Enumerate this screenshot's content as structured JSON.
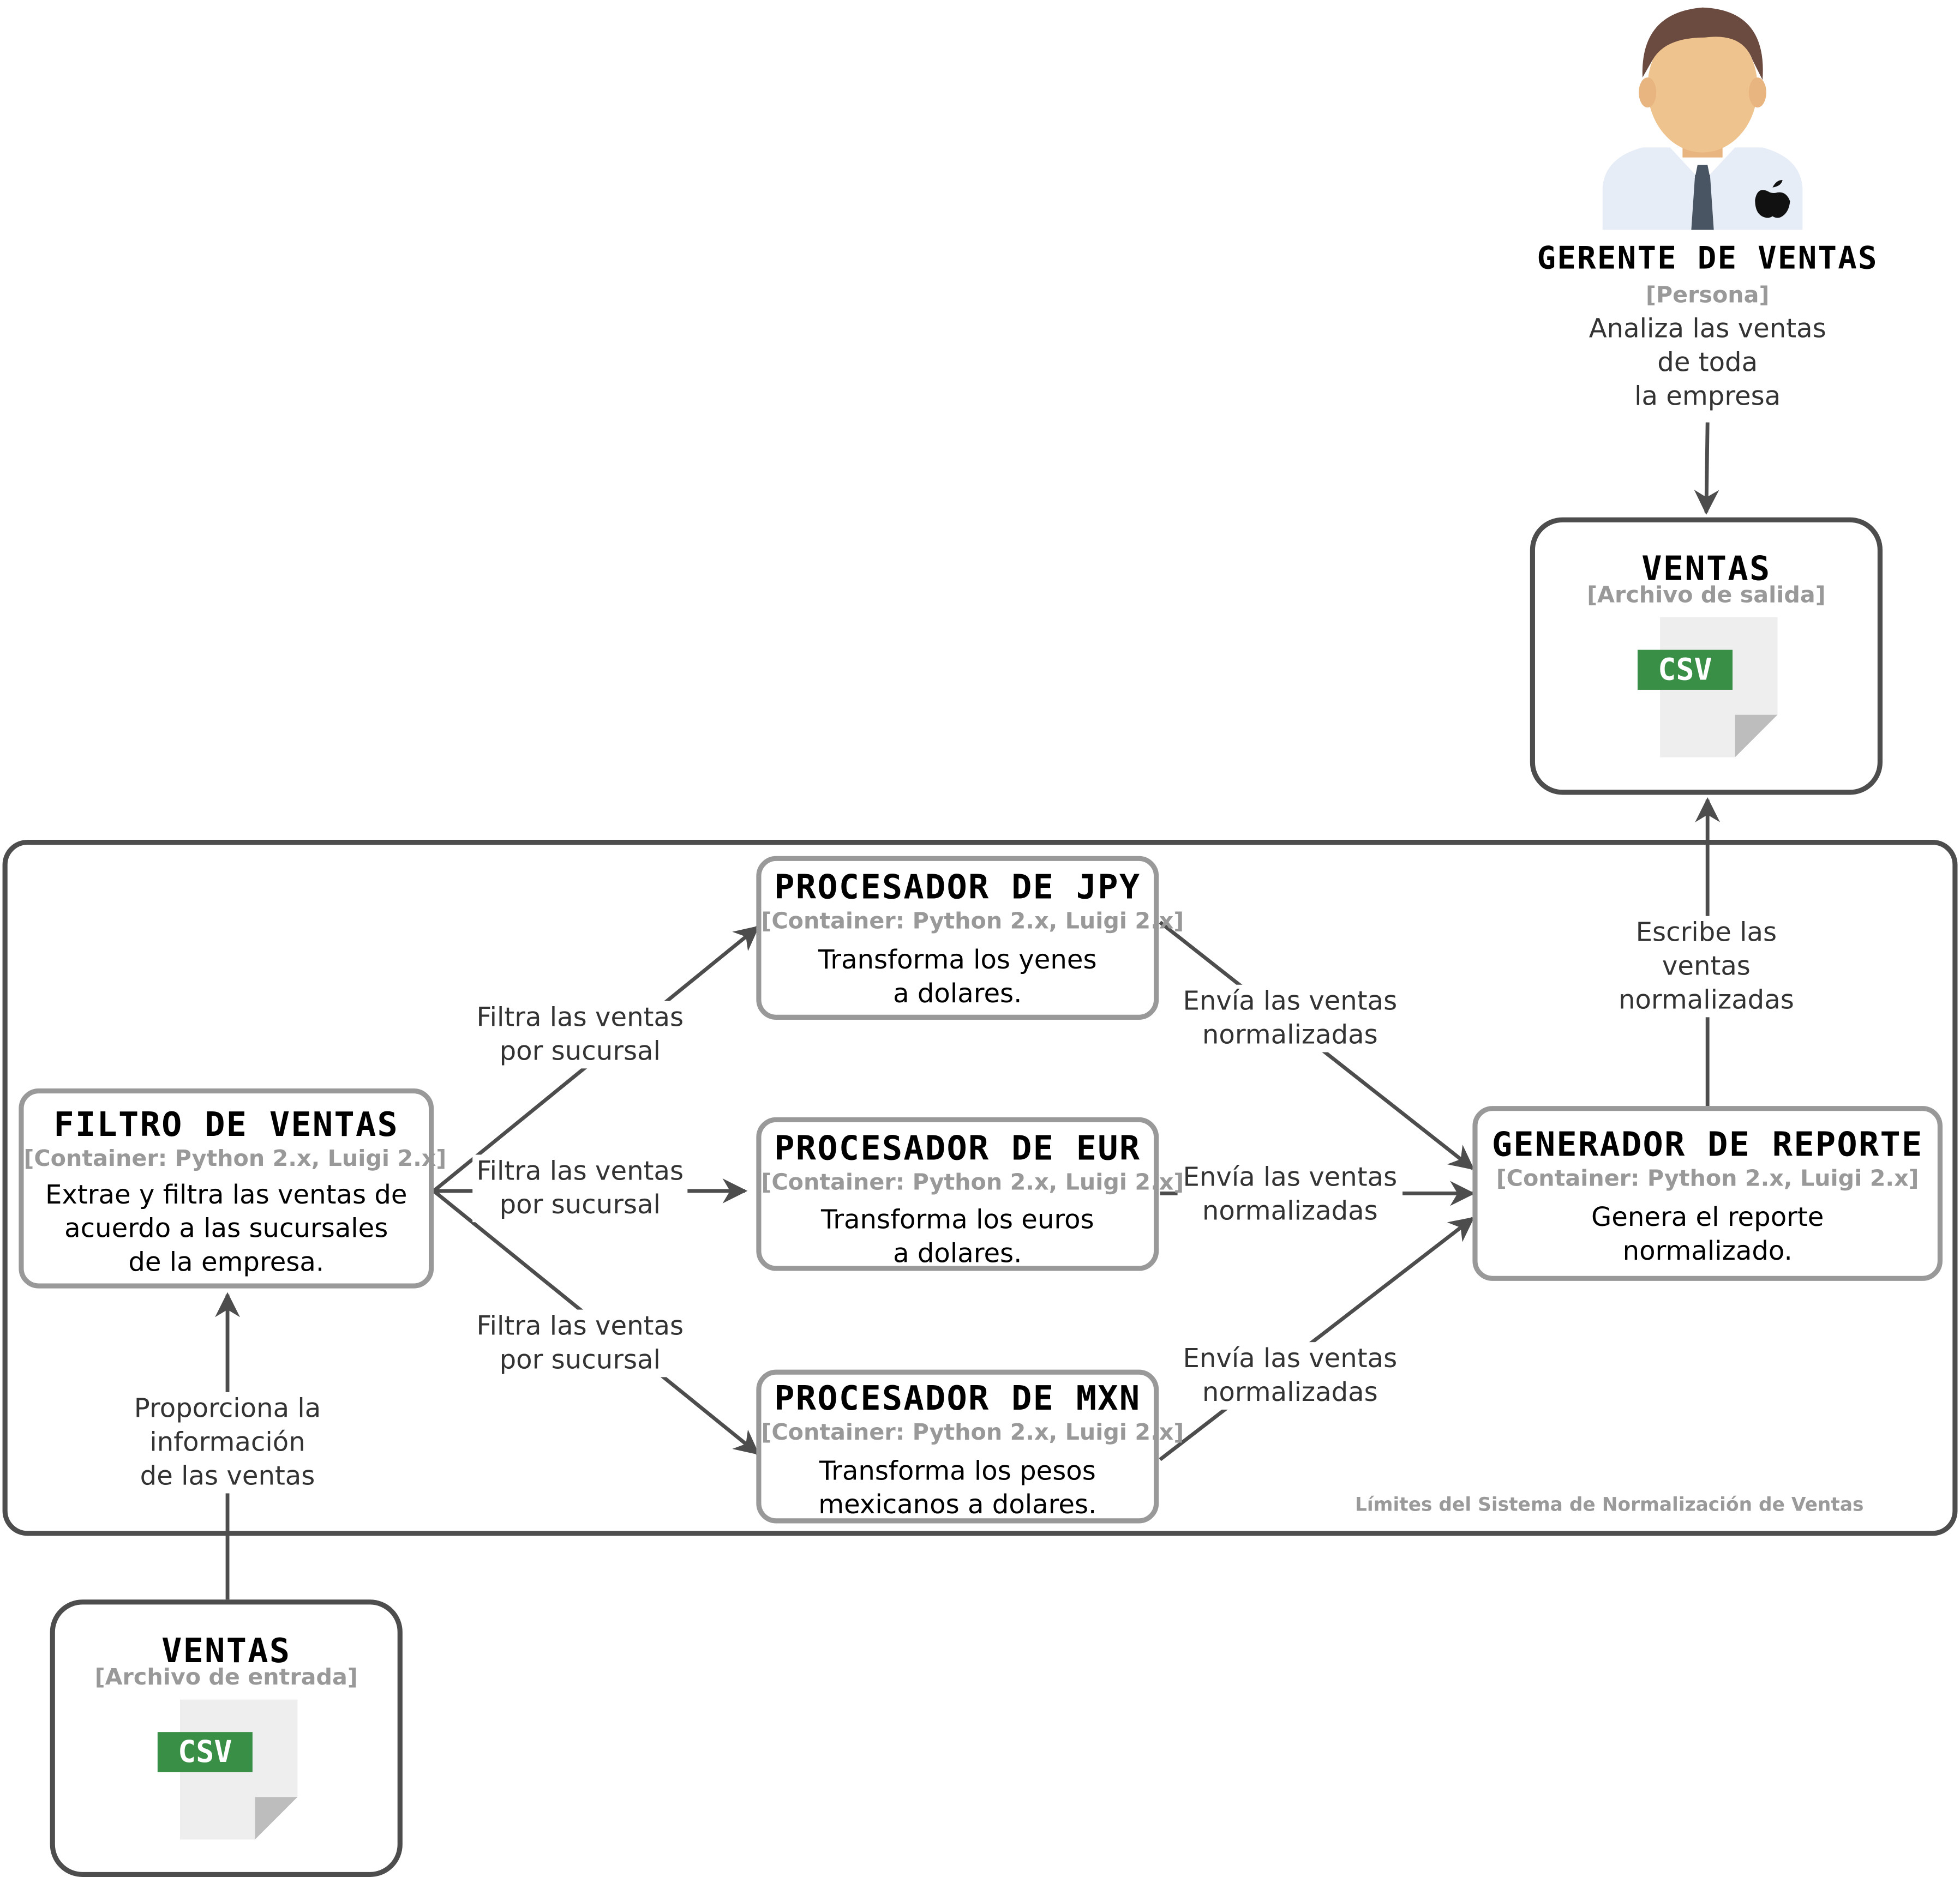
{
  "colors": {
    "box_border": "#999999",
    "outer_border": "#4d4d4d",
    "arrow": "#4d4d4d",
    "tag_text": "#999999",
    "csv_green": "#3a8f47"
  },
  "person": {
    "icon": "person-avatar-icon",
    "title": "GERENTE DE VENTAS",
    "tag": "[Persona]",
    "desc": "Analiza las ventas\nde toda\nla empresa"
  },
  "output_file": {
    "title": "VENTAS",
    "tag": "[Archivo de salida]",
    "icon": "csv-file-icon",
    "badge": "CSV"
  },
  "input_file": {
    "title": "VENTAS",
    "tag": "[Archivo de entrada]",
    "icon": "csv-file-icon",
    "badge": "CSV"
  },
  "boundary": {
    "label": "Límites del Sistema de Normalización de Ventas"
  },
  "filtro": {
    "title": "FILTRO DE VENTAS",
    "tag": "[Container: Python 2.x, Luigi 2.x]",
    "desc": "Extrae y filtra las ventas de\nacuerdo a las sucursales\nde la empresa."
  },
  "jpy": {
    "title": "PROCESADOR DE JPY",
    "tag": "[Container: Python 2.x, Luigi 2.x]",
    "desc": "Transforma los yenes\na dolares."
  },
  "eur": {
    "title": "PROCESADOR DE EUR",
    "tag": "[Container: Python 2.x, Luigi 2.x]",
    "desc": "Transforma los euros\na dolares."
  },
  "mxn": {
    "title": "PROCESADOR DE MXN",
    "tag": "[Container: Python 2.x, Luigi 2.x]",
    "desc": "Transforma los pesos\nmexicanos a dolares."
  },
  "generador": {
    "title": "GENERADOR DE REPORTE",
    "tag": "[Container: Python 2.x, Luigi 2.x]",
    "desc": "Genera el reporte\nnormalizado."
  },
  "edges": {
    "filtra_jpy": "Filtra las ventas\npor sucursal",
    "filtra_eur": "Filtra las ventas\npor sucursal",
    "filtra_mxn": "Filtra las ventas\npor sucursal",
    "envia_jpy": "Envía las ventas\nnormalizadas",
    "envia_eur": "Envía las ventas\nnormalizadas",
    "envia_mxn": "Envía las ventas\nnormalizadas",
    "escribe": "Escribe las\nventas\nnormalizadas",
    "proporciona": "Proporciona la\ninformación\nde las ventas"
  }
}
